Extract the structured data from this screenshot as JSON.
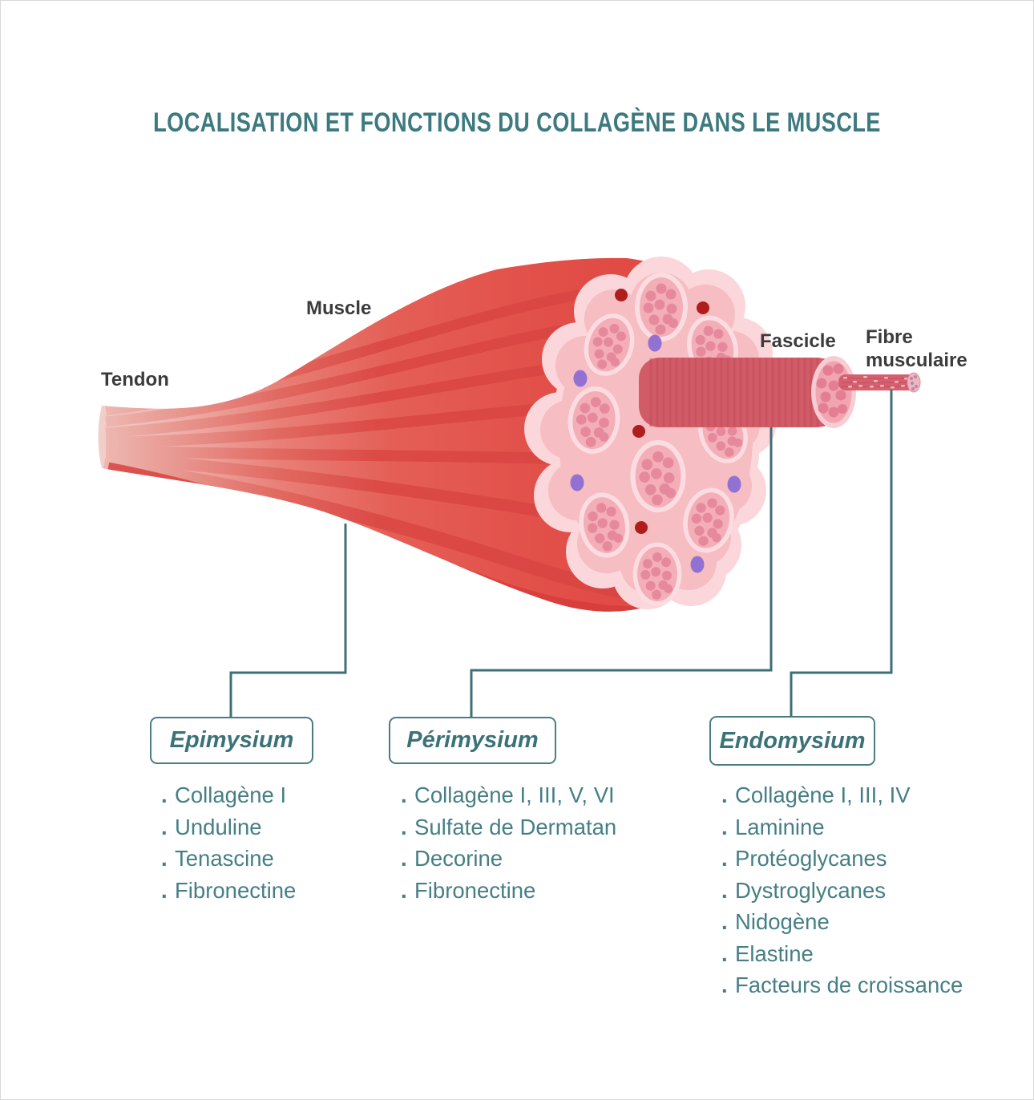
{
  "page": {
    "title": "LOCALISATION ET FONCTIONS DU COLLAGÈNE DANS LE MUSCLE"
  },
  "anatomy_labels": {
    "tendon": "Tendon",
    "muscle": "Muscle",
    "fascicle": "Fascicle",
    "fibre_line1": "Fibre",
    "fibre_line2": "musculaire"
  },
  "bullet": ".",
  "columns": {
    "epimysium": {
      "label": "Epimysium",
      "items": [
        "Collagène I",
        "Unduline",
        "Tenascine",
        "Fibronectine"
      ]
    },
    "perimysium": {
      "label": "Périmysium",
      "items": [
        "Collagène I, III, V, VI",
        "Sulfate de Dermatan",
        "Decorine",
        "Fibronectine"
      ]
    },
    "endomysium": {
      "label": "Endomysium",
      "items": [
        "Collagène I, III, IV",
        "Laminine",
        "Protéoglycanes",
        "Dystroglycanes",
        "Nidogène",
        "Elastine",
        "Facteurs de croissance"
      ]
    }
  },
  "colors": {
    "title_teal": "#3D7A80",
    "list_teal": "#457F85",
    "box_border_teal": "#4A7D82",
    "connector_teal": "#3E6F76",
    "label_dark": "#3B3B3B",
    "muscle_red": "#E4574E",
    "stripe_red": "#DC4A46",
    "cross_section_pink": "#F6BDC2",
    "cross_section_rim": "#FBD6DA",
    "fascicle_rose": "#D25B68",
    "capillary_dark_red": "#B01D1D",
    "nerve_purple": "#9171D2"
  }
}
